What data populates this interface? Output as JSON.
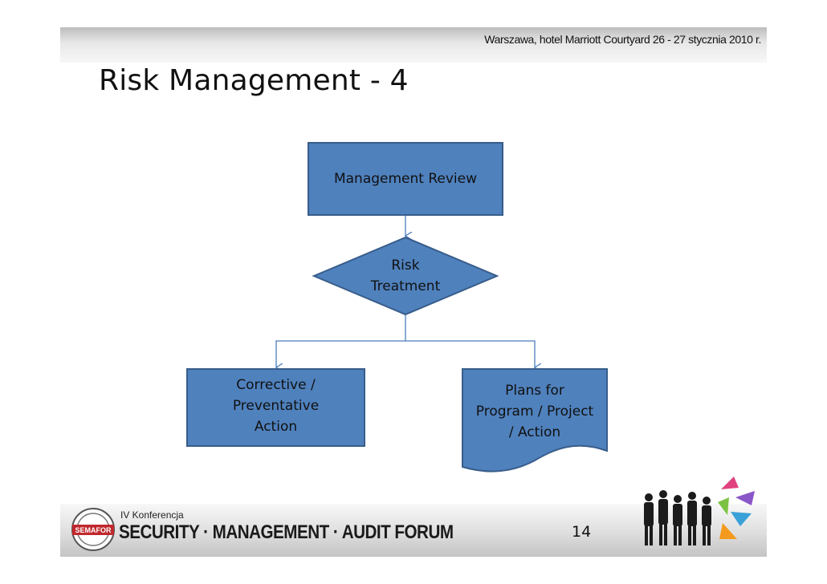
{
  "header": {
    "event_line": "Warszawa, hotel Marriott Courtyard 26 - 27 stycznia 2010 r."
  },
  "slide": {
    "title": "Risk Management - 4",
    "page_number": "14"
  },
  "diagram": {
    "nodes": {
      "management_review": "Management Review",
      "risk_treatment": "Risk\nTreatment",
      "corrective_action": "Corrective /\nPreventative\nAction",
      "plans": "Plans for\nProgram / Project\n/ Action"
    },
    "colors": {
      "fill": "#4f81bd",
      "stroke": "#385d8a",
      "connector": "#4a7ebb"
    }
  },
  "footer": {
    "logo_text": "SEMAFOR",
    "conference_small": "IV Konferencja",
    "conference_name": "SECURITY · MANAGEMENT · AUDIT FORUM"
  }
}
